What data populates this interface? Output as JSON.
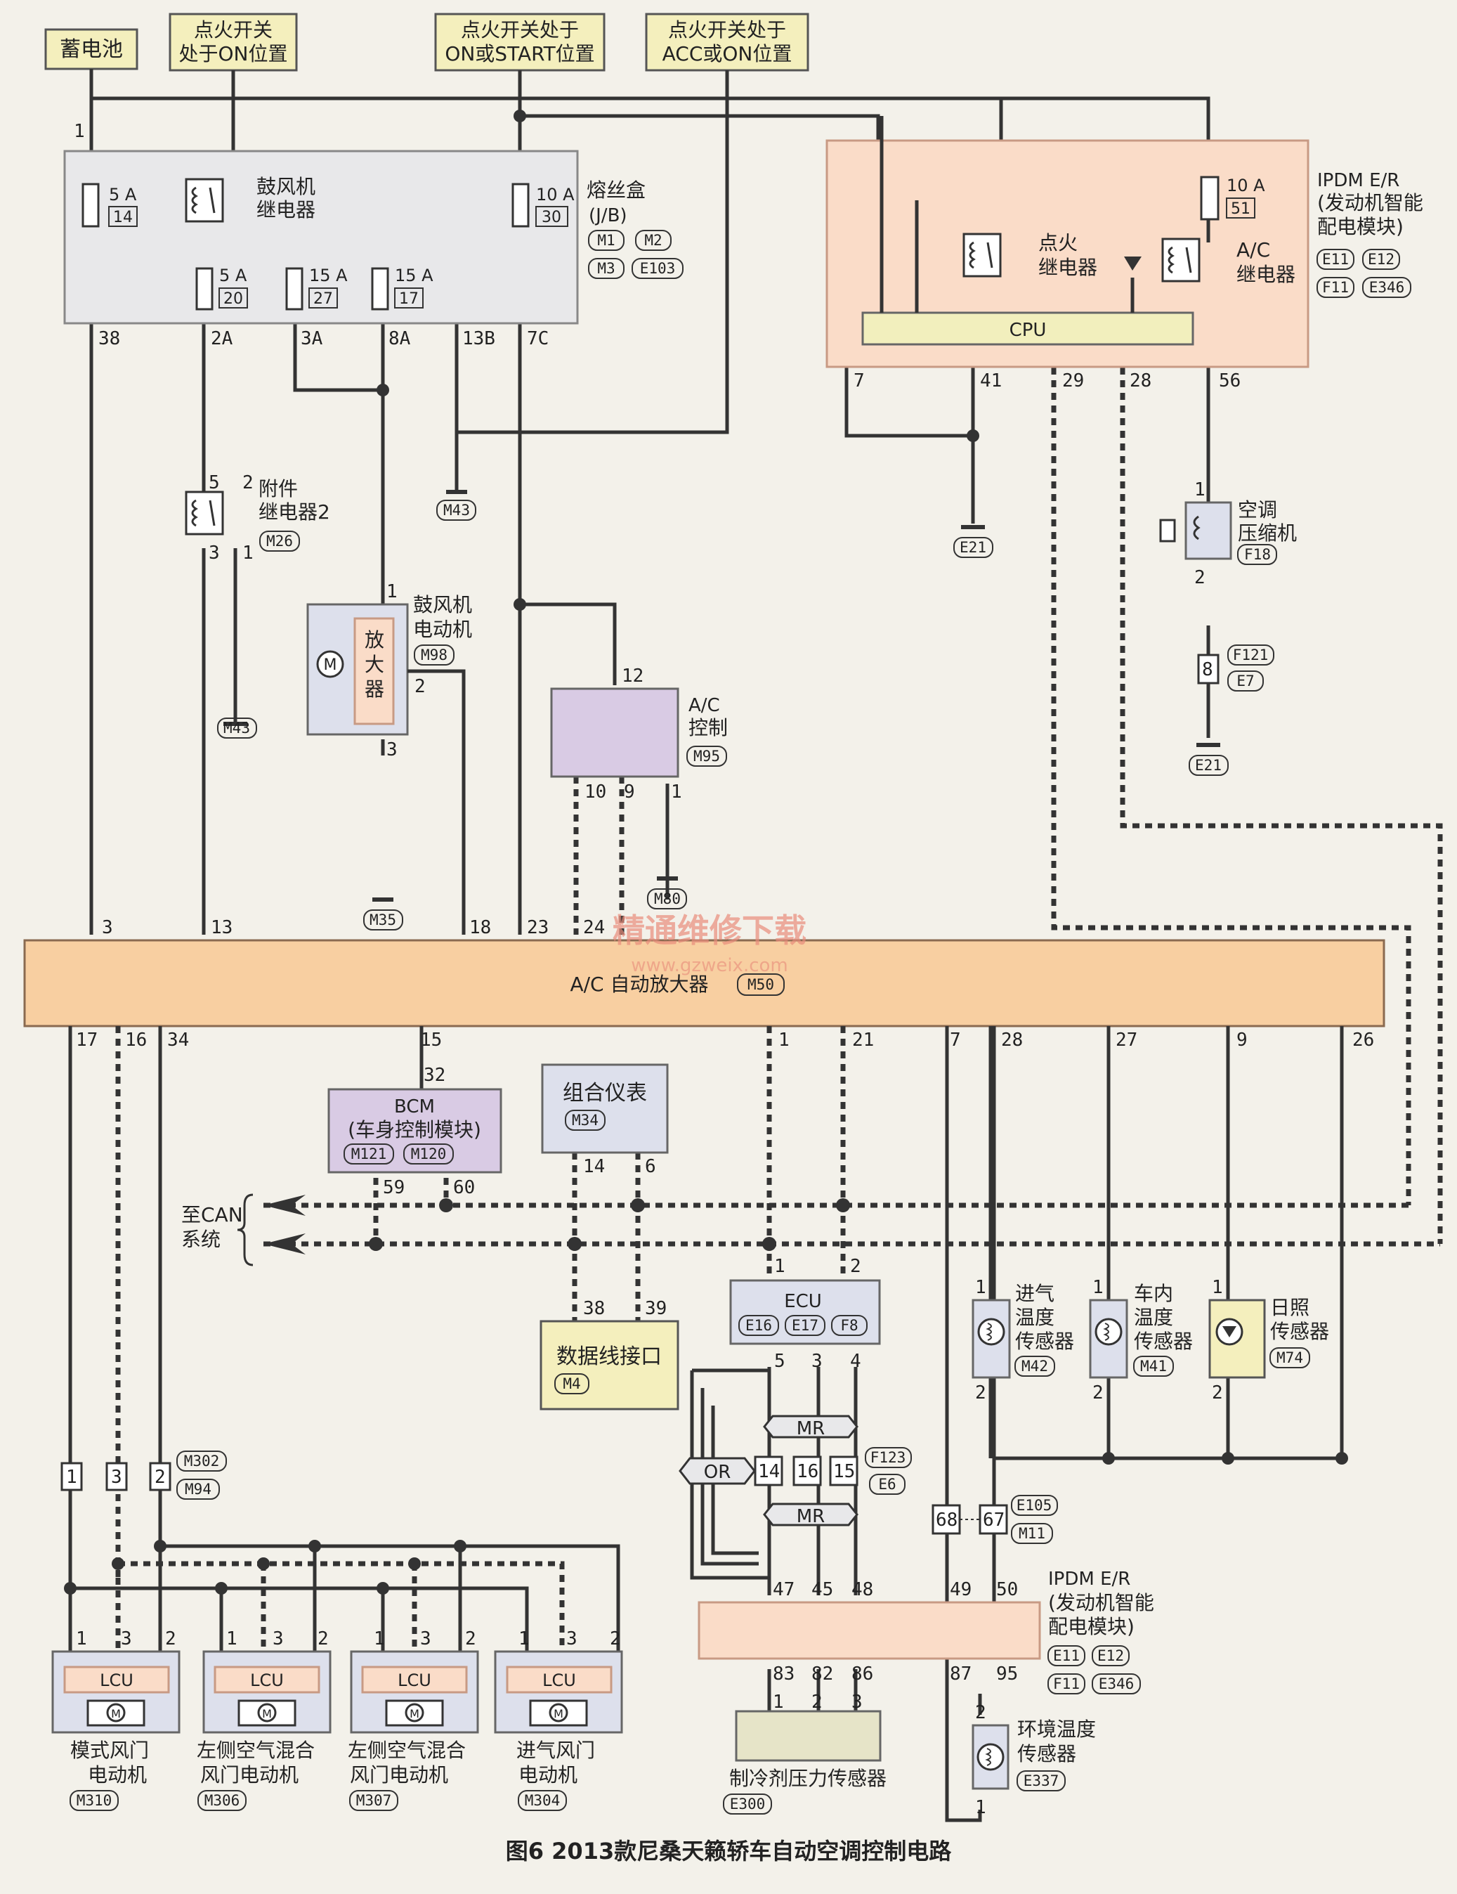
{
  "sources": {
    "battery": "蓄电池",
    "ign_on_l1": "点火开关",
    "ign_on_l2": "处于ON位置",
    "ign_start_l1": "点火开关处于",
    "ign_start_l2": "ON或START位置",
    "ign_acc_l1": "点火开关处于",
    "ign_acc_l2": "ACC或ON位置"
  },
  "jb": {
    "title": "熔丝盒",
    "sub": "(J/B)",
    "conns": [
      "M1",
      "M2",
      "M3",
      "E103"
    ],
    "relay_l1": "鼓风机",
    "relay_l2": "继电器",
    "fuses": [
      {
        "amp": "5 A",
        "num": "14"
      },
      {
        "amp": "10 A",
        "num": "30"
      },
      {
        "amp": "5 A",
        "num": "20"
      },
      {
        "amp": "15 A",
        "num": "27"
      },
      {
        "amp": "15 A",
        "num": "17"
      }
    ],
    "pins": [
      "1",
      "38",
      "2A",
      "3A",
      "8A",
      "13B",
      "7C"
    ]
  },
  "ipdm_top": {
    "l1": "IPDM E/R",
    "l2": "(发动机智能",
    "l3": "配电模块)",
    "conns": [
      "E11",
      "E12",
      "F11",
      "E346"
    ],
    "fuse_amp": "10 A",
    "fuse_num": "51",
    "ign_relay_l1": "点火",
    "ign_relay_l2": "继电器",
    "ac_relay_l1": "A/C",
    "ac_relay_l2": "继电器",
    "cpu": "CPU",
    "pins": [
      "7",
      "41",
      "29",
      "28",
      "56"
    ]
  },
  "acc_relay": {
    "l1": "附件",
    "l2": "继电器2",
    "conn": "M26",
    "pins": [
      "5",
      "2",
      "3",
      "1"
    ]
  },
  "blower": {
    "l1": "鼓风机",
    "l2": "电动机",
    "conn": "M98",
    "amp": "放大器",
    "motor": "M",
    "pins": [
      "1",
      "2",
      "3"
    ]
  },
  "ac_ctrl": {
    "l1": "A/C",
    "l2": "控制",
    "conn": "M95",
    "pins": [
      "12",
      "10",
      "9",
      "1"
    ]
  },
  "compressor": {
    "l1": "空调",
    "l2": "压缩机",
    "conn": "F18",
    "pins": [
      "1",
      "2"
    ],
    "jpin": "8",
    "jconns": [
      "F121",
      "E7"
    ]
  },
  "grounds": [
    "M43",
    "M43",
    "M35",
    "M80",
    "E21",
    "E21"
  ],
  "amp": {
    "label": "A/C 自动放大器",
    "conn": "M50",
    "top_pins": [
      "3",
      "13",
      "18",
      "23",
      "24"
    ],
    "bottom_pins": [
      "17",
      "16",
      "34",
      "15",
      "1",
      "21",
      "7",
      "28",
      "27",
      "9",
      "26"
    ]
  },
  "watermark": {
    "l1": "精通维修下载",
    "l2": "www.gzweix.com"
  },
  "bcm": {
    "l1": "BCM",
    "l2": "(车身控制模块)",
    "conns": [
      "M121",
      "M120"
    ],
    "pins": [
      "32",
      "59",
      "60"
    ]
  },
  "meter": {
    "label": "组合仪表",
    "conn": "M34",
    "pins": [
      "14",
      "6"
    ]
  },
  "can": {
    "l1": "至CAN",
    "l2": "系统"
  },
  "dlc": {
    "label": "数据线接口",
    "conn": "M4",
    "pins": [
      "38",
      "39"
    ]
  },
  "ecu": {
    "label": "ECU",
    "conns": [
      "E16",
      "E17",
      "F8"
    ],
    "pins": [
      "1",
      "2",
      "5",
      "3",
      "4"
    ]
  },
  "jct": {
    "mr": "MR",
    "or": "OR",
    "pins": [
      "14",
      "16",
      "15"
    ],
    "conns": [
      "F123",
      "E6"
    ]
  },
  "jct2": {
    "pins": [
      "68",
      "67"
    ],
    "conns": [
      "E105",
      "M11"
    ]
  },
  "jct3": {
    "pins": [
      "1",
      "3",
      "2"
    ],
    "conns": [
      "M302",
      "M94"
    ]
  },
  "ipdm_bot": {
    "l1": "IPDM E/R",
    "l2": "(发动机智能",
    "l3": "配电模块)",
    "conns": [
      "E11",
      "E12",
      "F11",
      "E346"
    ],
    "top_pins": [
      "47",
      "45",
      "48",
      "49",
      "50"
    ],
    "bottom_pins": [
      "83",
      "82",
      "86",
      "87",
      "95"
    ]
  },
  "pressure": {
    "label": "制冷剂压力传感器",
    "conn": "E300",
    "pins": [
      "1",
      "2",
      "3"
    ]
  },
  "ambient": {
    "l1": "环境温度",
    "l2": "传感器",
    "conn": "E337",
    "pins": [
      "2",
      "1"
    ]
  },
  "sensors": [
    {
      "l1": "进气",
      "l2": "温度",
      "l3": "传感器",
      "conn": "M42"
    },
    {
      "l1": "车内",
      "l2": "温度",
      "l3": "传感器",
      "conn": "M41"
    },
    {
      "l1": "日照",
      "l2": "传感器",
      "l3": "",
      "conn": "M74"
    }
  ],
  "sensor_pins": [
    "1",
    "2"
  ],
  "motors": [
    {
      "l1": "模式风门",
      "l2": "电动机",
      "conn": "M310"
    },
    {
      "l1": "左侧空气混合",
      "l2": "风门电动机",
      "conn": "M306"
    },
    {
      "l1": "左侧空气混合",
      "l2": "风门电动机",
      "conn": "M307"
    },
    {
      "l1": "进气风门",
      "l2": "电动机",
      "conn": "M304"
    }
  ],
  "lcu": "LCU",
  "motor_symbol": "M",
  "motor_pins": [
    "1",
    "3",
    "2"
  ],
  "caption": "图6  2013款尼桑天籁轿车自动空调控制电路"
}
